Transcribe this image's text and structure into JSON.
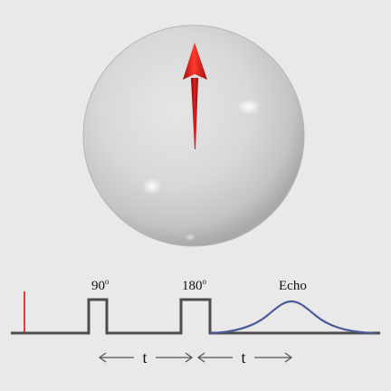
{
  "labels": {
    "pulse1": "90",
    "pulse1_unit": "o",
    "pulse2": "180",
    "pulse2_unit": "o",
    "echo": "Echo",
    "interval1": "t",
    "interval2": "t"
  },
  "colors": {
    "background": "#e9e9e9",
    "sphere": "#d6d6d6",
    "arrow": "#d11a1a",
    "marker": "#dd1111",
    "pulse_line": "#4d4d4d",
    "echo_curve": "#4a5a9a",
    "interval_arrow": "#555555"
  },
  "icons": {
    "magnetization": "magnetization-vector-arrow",
    "sphere": "bloch-sphere"
  }
}
